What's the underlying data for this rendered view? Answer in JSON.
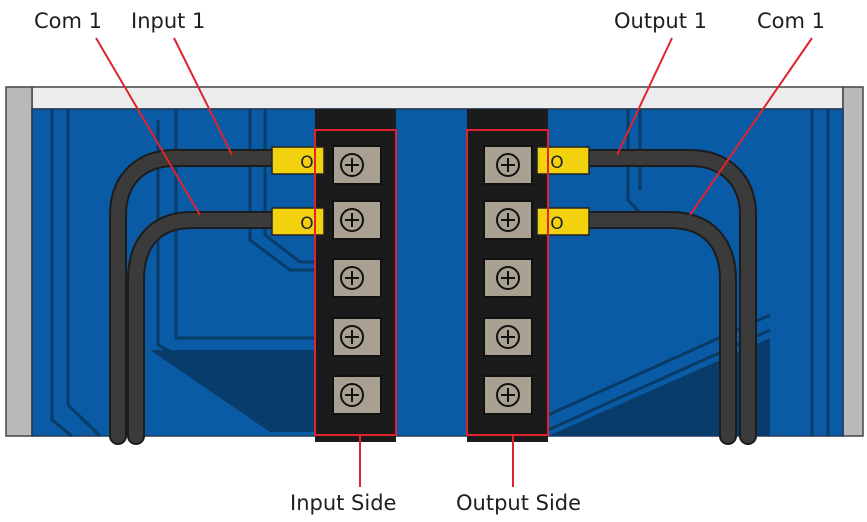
{
  "labels": {
    "top_left_com": "Com 1",
    "top_left_input": "Input 1",
    "top_right_output": "Output 1",
    "top_right_com": "Com 1",
    "bottom_input_side": "Input Side",
    "bottom_output_side": "Output Side"
  },
  "terminal_blocks": {
    "input_side": {
      "terminals": 5,
      "wired_terminals": [
        "Com 1",
        "Input 1"
      ]
    },
    "output_side": {
      "terminals": 5,
      "wired_terminals": [
        "Output 1",
        "Com 1"
      ]
    }
  },
  "lug_marking": "O",
  "icons": {
    "terminal_screw": "plus-screw-icon",
    "lug": "ring-lug-icon"
  },
  "colors": {
    "panel_blue": "#0a5ba6",
    "trace_dark": "#083b66",
    "frame_gray": "#b9b9b9",
    "top_strip": "#ececec",
    "terminal_block_black": "#1b1b1b",
    "terminal_tan": "#a8a192",
    "lug_yellow": "#f2d20f",
    "wire_dark": "#3b3b3b",
    "callout_red": "#e0232e"
  }
}
